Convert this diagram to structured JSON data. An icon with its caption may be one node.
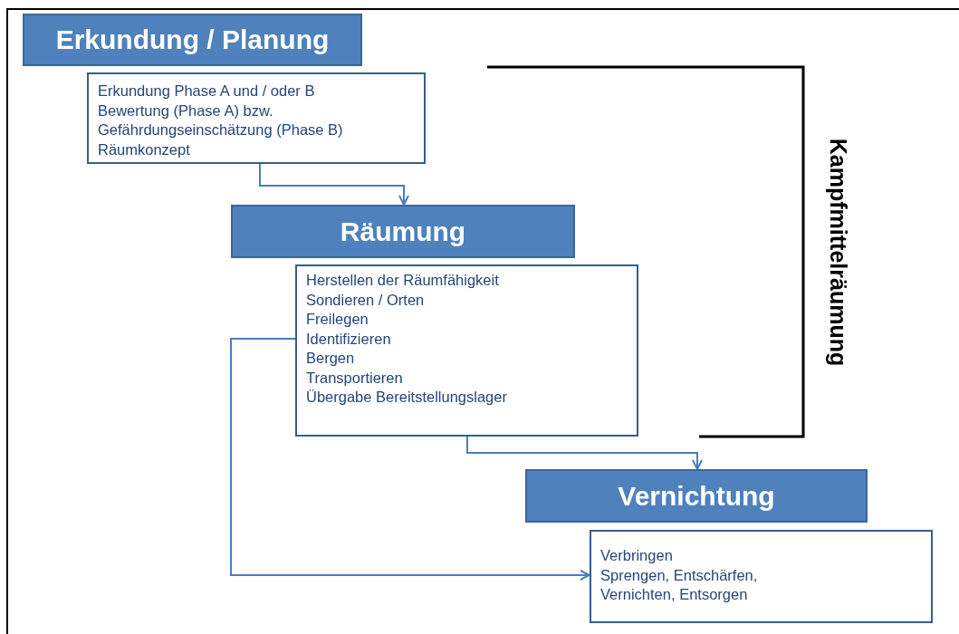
{
  "diagram": {
    "nodes": [
      {
        "text": [
          "Erkundung / Planung"
        ]
      },
      {
        "text": [
          "Erkundung Phase A und / oder B",
          "Bewertung (Phase A) bzw.",
          "Gefährdungseinschätzung (Phase B)",
          "Räumkonzept"
        ]
      },
      {
        "text": [
          "Räumung"
        ]
      },
      {
        "text": [
          "Herstellen der Räumfähigkeit",
          "Sondieren / Orten",
          "Freilegen",
          "Identifizieren",
          "Bergen",
          "Transportieren",
          "Übergabe Bereitstellungslager"
        ]
      },
      {
        "text": [
          "Vernichtung"
        ]
      },
      {
        "text": [
          "Verbringen",
          "Sprengen, Entschärfen,",
          "Vernichten, Entsorgen"
        ]
      }
    ],
    "edges": [
      {
        "from": 1,
        "to": 2,
        "arrow": "to"
      },
      {
        "from": 3,
        "to": 4,
        "arrow": "to"
      },
      {
        "from": 3,
        "to": 5,
        "arrow": "to"
      }
    ],
    "labels": [
      "Kampfmittelräumung"
    ]
  }
}
